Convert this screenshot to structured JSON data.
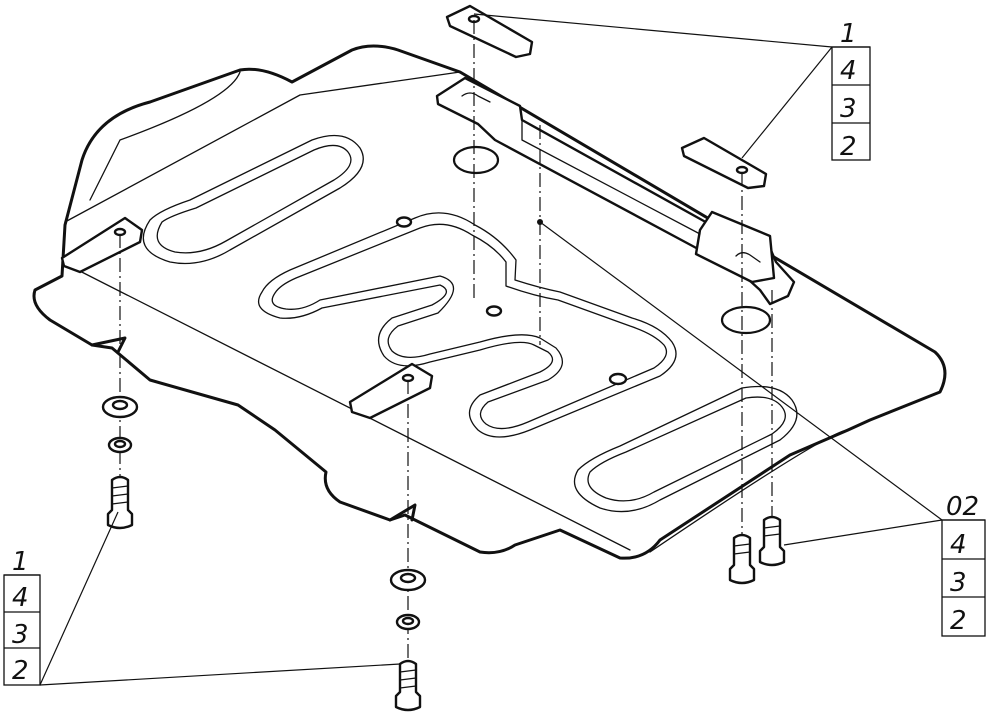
{
  "callouts": {
    "top_right": {
      "number": "1",
      "rows": [
        "4",
        "3",
        "2"
      ]
    },
    "bottom_left": {
      "number": "1",
      "rows": [
        "4",
        "3",
        "2"
      ]
    },
    "bottom_right": {
      "number": "02",
      "rows": [
        "4",
        "3",
        "2"
      ]
    }
  }
}
